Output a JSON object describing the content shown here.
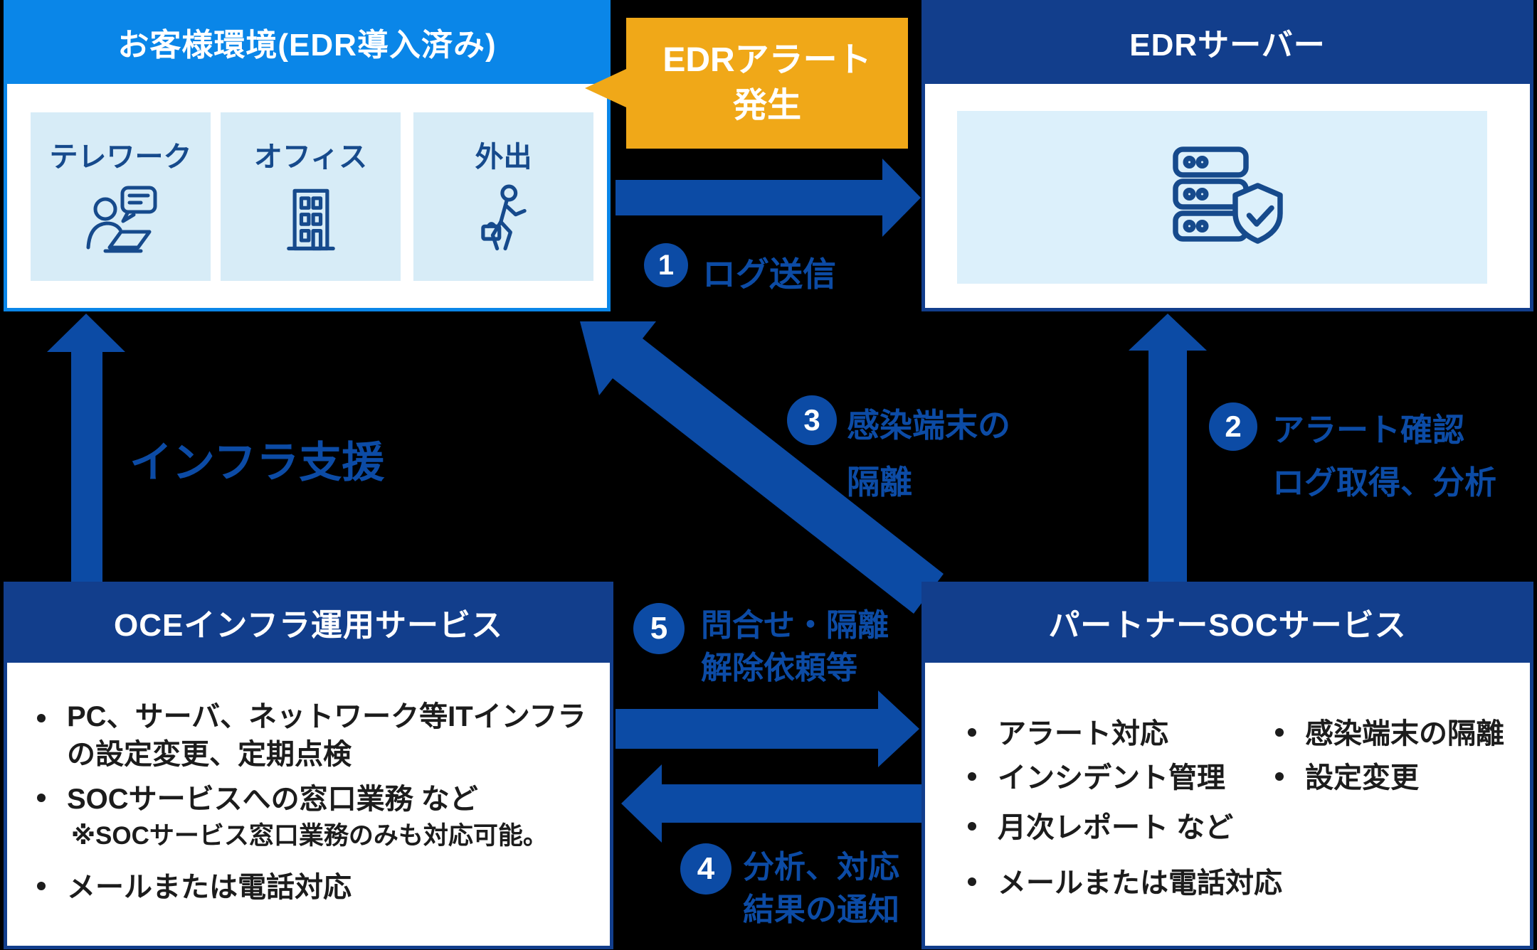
{
  "palette": {
    "bright_blue": "#0a86e8",
    "navy": "#123e8c",
    "arrow_blue": "#0c4ba5",
    "orange": "#F0A818",
    "card_blue": "#d7ecf7",
    "panel_blue": "#dcf0fb",
    "icon_stroke": "#164a8c",
    "text_dark": "#1c1c1c"
  },
  "customer": {
    "title": "お客様環境(EDR導入済み)",
    "cards": [
      {
        "label": "テレワーク",
        "icon": "telework-icon"
      },
      {
        "label": "オフィス",
        "icon": "office-building-icon"
      },
      {
        "label": "外出",
        "icon": "walking-businessman-icon"
      }
    ]
  },
  "alert_callout": {
    "line1": "EDRアラート",
    "line2": "発生"
  },
  "edr_server": {
    "title": "EDRサーバー",
    "icon": "server-shield-icon"
  },
  "flows": {
    "f1": {
      "num": "1",
      "label": "ログ送信"
    },
    "f2": {
      "num": "2",
      "line1": "アラート確認",
      "line2": "ログ取得、分析"
    },
    "f3": {
      "num": "3",
      "line1": "感染端末の",
      "line2": "隔離"
    },
    "f4": {
      "num": "4",
      "line1": "分析、対応",
      "line2": "結果の通知"
    },
    "f5": {
      "num": "5",
      "line1": "問合せ・隔離",
      "line2": "解除依頼等"
    }
  },
  "infra_support": {
    "label": "インフラ支援"
  },
  "oce": {
    "title": "OCEインフラ運用サービス",
    "bullets": [
      {
        "text": "PC、サーバ、ネットワーク等ITインフラの設定変更、定期点検"
      },
      {
        "text": "SOCサービスへの窓口業務 など",
        "note": "※SOCサービス窓口業務のみも対応可能。"
      },
      {
        "text": "メールまたは電話対応"
      }
    ]
  },
  "partner": {
    "title": "パートナーSOCサービス",
    "col1": [
      {
        "text": "アラート対応"
      },
      {
        "text": "インシデント管理"
      },
      {
        "text": "月次レポート など"
      },
      {
        "text": "メールまたは電話対応"
      }
    ],
    "col2": [
      {
        "text": "感染端末の隔離"
      },
      {
        "text": "設定変更"
      }
    ]
  }
}
